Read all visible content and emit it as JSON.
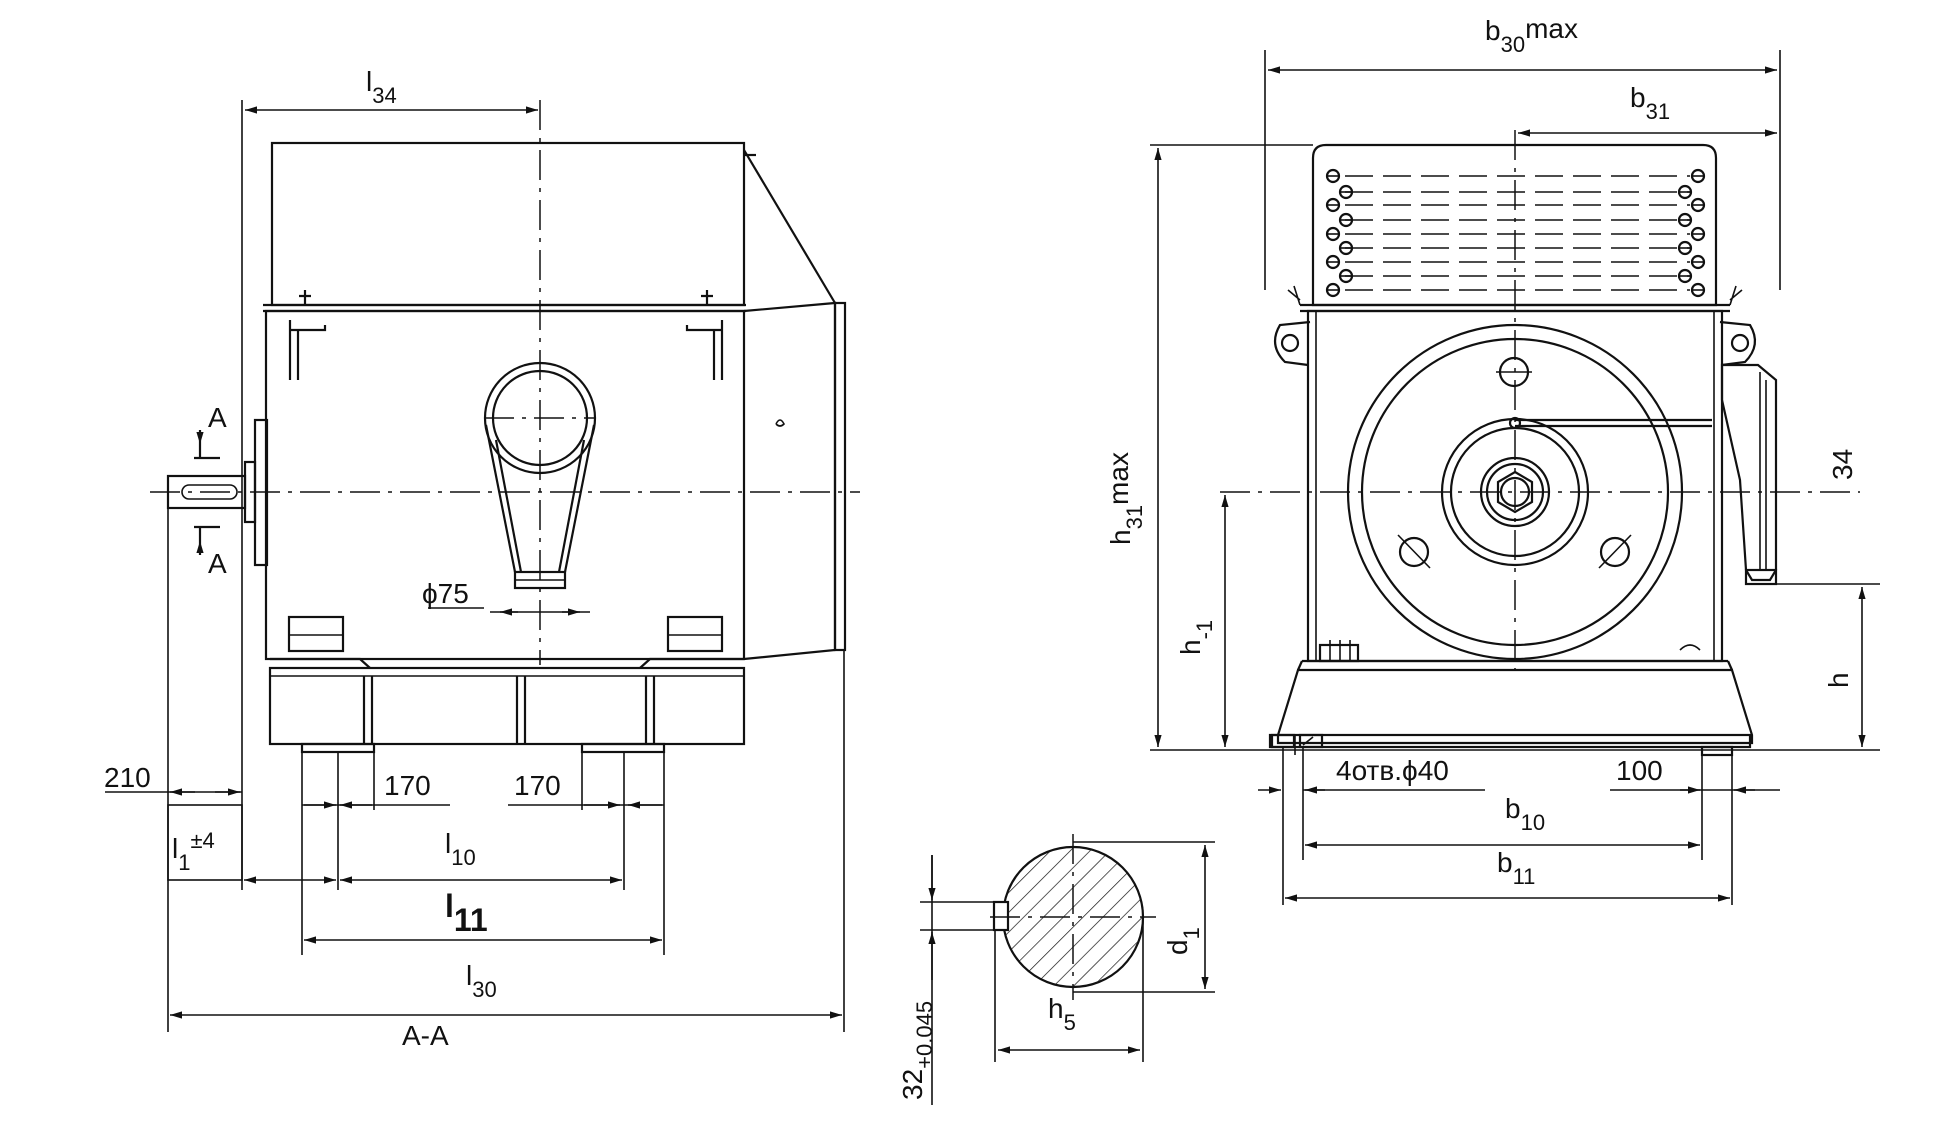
{
  "side_view": {
    "l34": {
      "main": "l",
      "sub": "34"
    },
    "section_marker_top": "A",
    "section_marker_bottom": "A",
    "phi75": "ϕ75",
    "dim_210": "210",
    "dim_170_left": "170",
    "dim_170_right": "170",
    "l1_tol": {
      "main": "l",
      "sub": "1",
      "sup": "±4"
    },
    "l10": {
      "main": "l",
      "sub": "10"
    },
    "l11": {
      "main": "l",
      "sub": "11"
    },
    "l30": {
      "main": "l",
      "sub": "30"
    },
    "section_label": "A-A"
  },
  "front_view": {
    "b30max": {
      "main": "b",
      "sub": "30",
      "suffix": "max"
    },
    "b31": {
      "main": "b",
      "sub": "31"
    },
    "h31max": {
      "main": "h",
      "sub": "31",
      "suffix": "max"
    },
    "h_1": {
      "main": "h",
      "sub": "-1"
    },
    "dim_34": "34",
    "h": "h",
    "holes": "4отв.ϕ40",
    "dim_100": "100",
    "b10": {
      "main": "b",
      "sub": "10"
    },
    "b11": {
      "main": "b",
      "sub": "11"
    }
  },
  "shaft_section": {
    "d1": {
      "main": "d",
      "sub": "1"
    },
    "h5": {
      "main": "h",
      "sub": "5"
    },
    "key_width": "32",
    "key_tol": "+0.045"
  }
}
